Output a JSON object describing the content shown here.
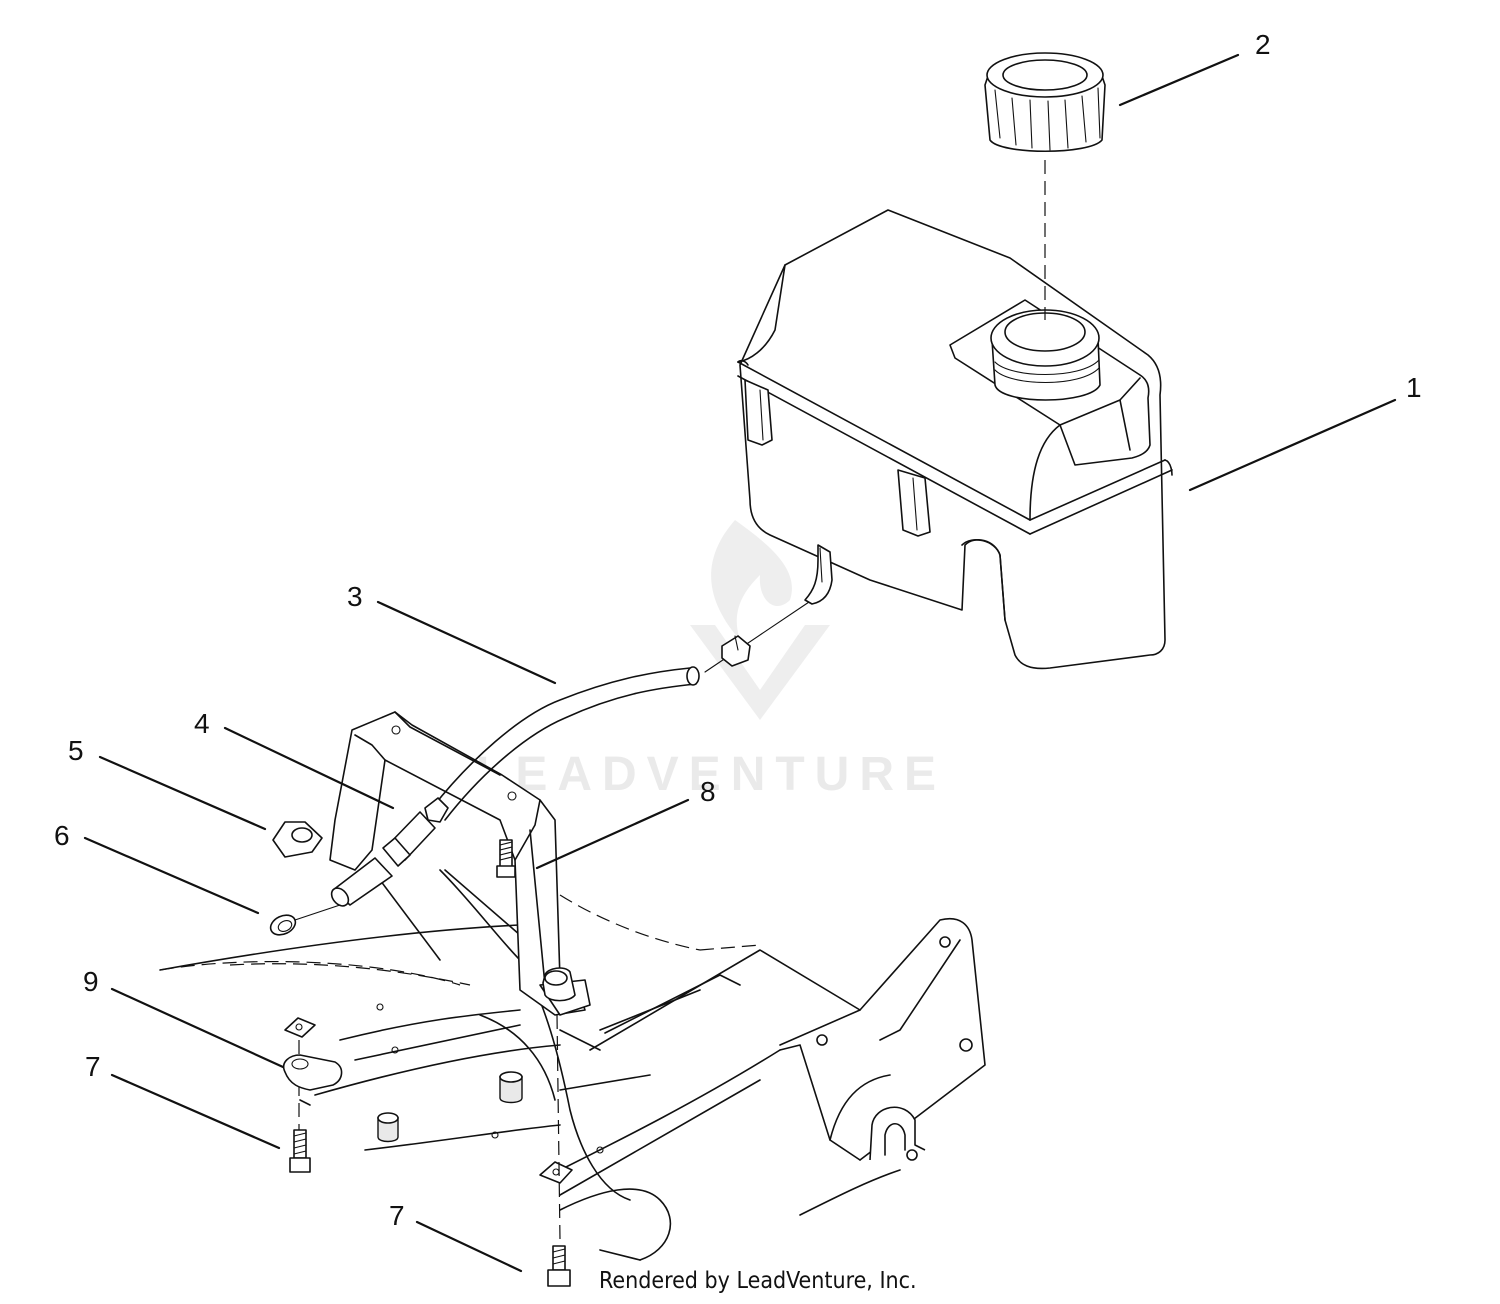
{
  "callouts": {
    "c1": "1",
    "c2": "2",
    "c3": "3",
    "c4": "4",
    "c5": "5",
    "c6": "6",
    "c7a": "7",
    "c7b": "7",
    "c8": "8",
    "c9": "9"
  },
  "watermark": {
    "brand": "LEADVENTURE"
  },
  "credit": "Rendered by LeadVenture, Inc."
}
